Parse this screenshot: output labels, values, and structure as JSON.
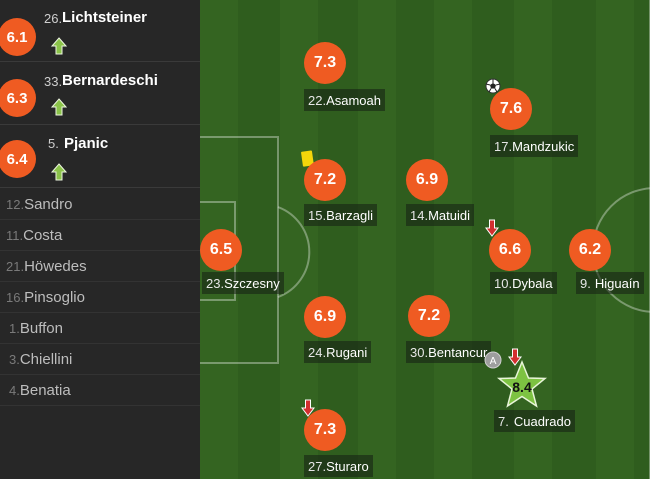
{
  "substitutes": [
    {
      "rating": "6.1",
      "number": "26.",
      "name": "Lichtsteiner"
    },
    {
      "rating": "6.3",
      "number": "33.",
      "name": "Bernardeschi"
    },
    {
      "rating": "6.4",
      "number": "5.",
      "name": "Pjanic"
    }
  ],
  "bench": [
    {
      "number": "12.",
      "name": "Sandro"
    },
    {
      "number": "11.",
      "name": "Costa"
    },
    {
      "number": "21.",
      "name": "Höwedes"
    },
    {
      "number": "16.",
      "name": "Pinsoglio"
    },
    {
      "number": "1.",
      "name": "Buffon"
    },
    {
      "number": "3.",
      "name": "Chiellini"
    },
    {
      "number": "4.",
      "name": "Benatia"
    }
  ],
  "lineup": {
    "asamoah": {
      "rating": "7.3",
      "number": "22.",
      "name": "Asamoah"
    },
    "mandzukic": {
      "rating": "7.6",
      "number": "17.",
      "name": "Mandzukic"
    },
    "barzagli": {
      "rating": "7.2",
      "number": "15.",
      "name": "Barzagli"
    },
    "matuidi": {
      "rating": "6.9",
      "number": "14.",
      "name": "Matuidi"
    },
    "szczesny": {
      "rating": "6.5",
      "number": "23.",
      "name": "Szczesny"
    },
    "dybala": {
      "rating": "6.6",
      "number": "10.",
      "name": "Dybala"
    },
    "higuain": {
      "rating": "6.2",
      "number": "9.",
      "name": "Higuaín"
    },
    "rugani": {
      "rating": "6.9",
      "number": "24.",
      "name": "Rugani"
    },
    "bentancur": {
      "rating": "7.2",
      "number": "30.",
      "name": "Bentancur"
    },
    "cuadrado": {
      "rating": "8.4",
      "number": "7.",
      "name": "Cuadrado"
    },
    "sturaro": {
      "rating": "7.3",
      "number": "27.",
      "name": "Sturaro"
    }
  },
  "icons": {
    "sub_in": "arrow-up-icon",
    "sub_out": "arrow-down-icon",
    "goal": "football-icon",
    "yellow_card": "yellow-card-icon",
    "assist": "assist-icon",
    "man_of_match": "star-icon"
  },
  "colors": {
    "rating": "#ef5b22",
    "pitch_dark": "#2f5d1e",
    "pitch_light": "#3a6b25",
    "sub_in": "#8bc34a",
    "sub_out": "#d32f2f",
    "star": "#7dc242",
    "yellow_card": "#f4d60a"
  }
}
